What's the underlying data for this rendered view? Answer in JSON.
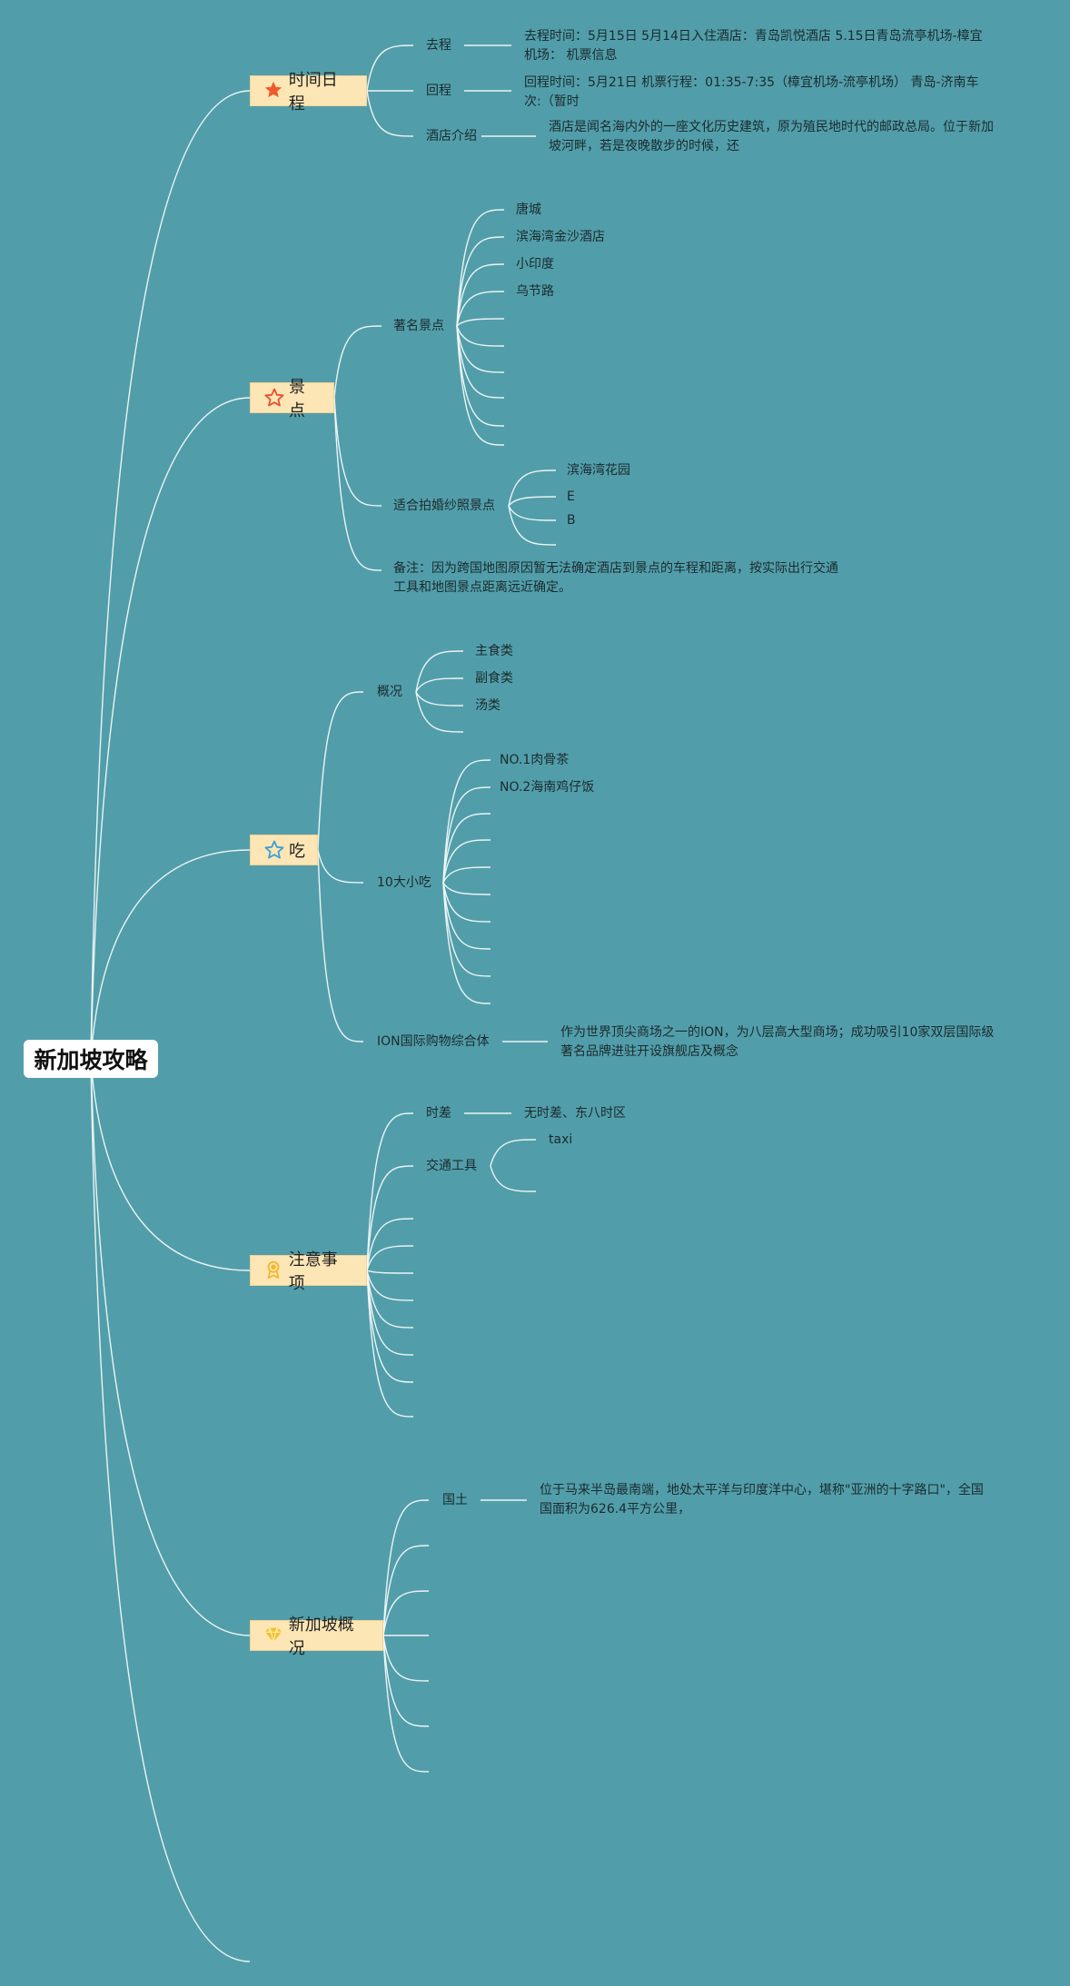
{
  "root": {
    "title": "新加坡攻略"
  },
  "topics": {
    "schedule": {
      "title": "时间日程",
      "icon": "star-filled-icon",
      "icon_color": "#f05a2a",
      "depart": {
        "label": "去程",
        "text": "去程时间：5月15日 5月14日入住酒店：青岛凯悦酒店 5.15日青岛流亭机场-樟宜机场： 机票信息"
      },
      "return": {
        "label": "回程",
        "text": "回程时间：5月21日 机票行程：01:35-7:35（樟宜机场-流亭机场） 青岛-济南车次:（暂时"
      },
      "hotel": {
        "label": "酒店介绍",
        "text": "酒店是闻名海内外的一座文化历史建筑，原为殖民地时代的邮政总局。位于新加坡河畔，若是夜晚散步的时候，还"
      }
    },
    "sights": {
      "title": "景点",
      "icon": "star-outline-icon",
      "icon_color": "#e94e32",
      "famous": {
        "label": "著名景点",
        "items": [
          "唐城",
          "滨海湾金沙酒店",
          "小印度",
          "乌节路",
          "",
          "",
          "",
          "",
          ""
        ]
      },
      "wedding": {
        "label": "适合拍婚纱照景点",
        "items": [
          "滨海湾花园",
          "E",
          "B",
          ""
        ]
      },
      "note": "备注：因为跨国地图原因暂无法确定酒店到景点的车程和距离，按实际出行交通工具和地图景点距离远近确定。"
    },
    "food": {
      "title": "吃",
      "icon": "star-outline-icon",
      "icon_color": "#3b9fd6",
      "overview": {
        "label": "概况",
        "items": [
          "主食类",
          "副食类",
          "汤类",
          ""
        ]
      },
      "top10": {
        "label": "10大小吃",
        "items": [
          "NO.1肉骨茶",
          "NO.2海南鸡仔饭",
          "",
          "",
          "",
          "",
          "",
          "",
          "",
          ""
        ]
      },
      "ion": {
        "label": "ION国际购物综合体",
        "text": "作为世界顶尖商场之一的ION，为八层高大型商场；成功吸引10家双层国际级著名品牌进驻开设旗舰店及概念"
      }
    },
    "notes": {
      "title": "注意事项",
      "icon": "award-icon",
      "icon_color": "#f2b630",
      "timezone": {
        "label": "时差",
        "text": "无时差、东八时区"
      },
      "transport": {
        "label": "交通工具",
        "items": [
          "taxi",
          ""
        ]
      },
      "empty_count": 8
    },
    "overview": {
      "title": "新加坡概况",
      "icon": "gem-icon",
      "icon_color": "#f2c230",
      "territory": {
        "label": "国土",
        "text": "位于马来半岛最南端，地处太平洋与印度洋中心，堪称\"亚洲的十字路口\"，全国国面积为626.4平方公里，"
      },
      "empty_count": 6
    }
  },
  "colors": {
    "background": "#519eaa",
    "topic_fill": "#fde6b5",
    "line": "#f4f8f8"
  }
}
